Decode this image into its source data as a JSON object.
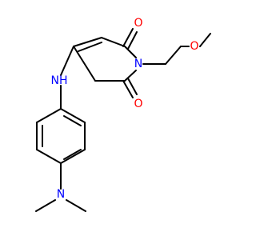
{
  "colors": {
    "carbon": "#000000",
    "nitrogen": "#0000ff",
    "oxygen": "#ff0000",
    "background": "#ffffff"
  },
  "atoms": {
    "o_top": "O",
    "o_bottom": "O",
    "n_ring": "N",
    "nh": "NH",
    "o_ether": "O",
    "n_amine": "N"
  }
}
